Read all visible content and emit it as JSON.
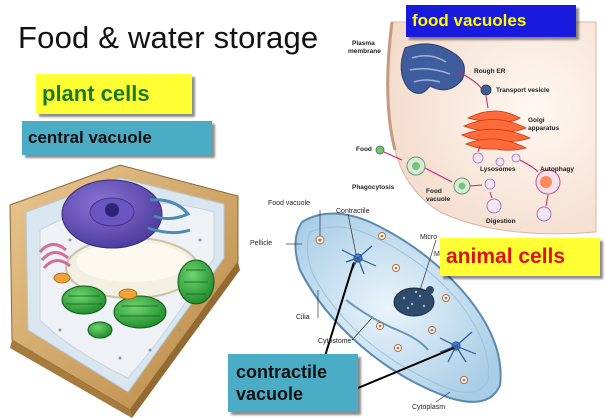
{
  "slide": {
    "title": "Food & water storage",
    "labels": {
      "plant_cells": "plant cells",
      "central_vacuole": "central vacuole",
      "food_vacuoles": "food vacuoles",
      "animal_cells": "animal cells",
      "contractile_vacuole_line1": "contractile",
      "contractile_vacuole_line2": "vacuole"
    }
  },
  "endo_diagram": {
    "labels": {
      "plasma_membrane_1": "Plasma",
      "plasma_membrane_2": "membrane",
      "rough_er": "Rough ER",
      "transport_vesicle": "Transport vesicle",
      "golgi_1": "Golgi",
      "golgi_2": "apparatus",
      "food": "Food",
      "phagocytosis": "Phagocytosis",
      "lysosomes": "Lysosomes",
      "autophagy": "Autophagy",
      "food_vacuole_1": "Food",
      "food_vacuole_2": "vacuole",
      "digestion": "Digestion"
    }
  },
  "paramecium": {
    "labels": {
      "food_vacuole": "Food vacuole",
      "contractile": "Contractile",
      "pellicle": "Pellicle",
      "micro": "Micro",
      "m": "M",
      "cilia": "Cilia",
      "cytostome": "Cytostome",
      "cytoplasm": "Cytoplasm"
    }
  }
}
